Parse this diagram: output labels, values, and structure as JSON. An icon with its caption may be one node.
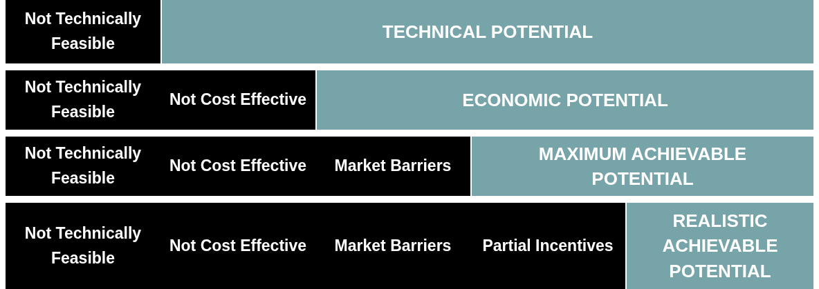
{
  "diagram": {
    "nodes": [
      {
        "text": [
          "Not Technically Feasible"
        ]
      },
      {
        "text": [
          "TECHNICAL POTENTIAL"
        ]
      },
      {
        "text": [
          "Not Technically Feasible"
        ]
      },
      {
        "text": [
          "Not Cost Effective"
        ]
      },
      {
        "text": [
          "ECONOMIC POTENTIAL"
        ]
      },
      {
        "text": [
          "Not Technically Feasible"
        ]
      },
      {
        "text": [
          "Not Cost Effective"
        ]
      },
      {
        "text": [
          "Market Barriers"
        ]
      },
      {
        "text": [
          "MAXIMUM ACHIEVABLE POTENTIAL"
        ]
      },
      {
        "text": [
          "Not Technically Feasible"
        ]
      },
      {
        "text": [
          "Not Cost Effective"
        ]
      },
      {
        "text": [
          "Market Barriers"
        ]
      },
      {
        "text": [
          "Partial Incentives"
        ]
      },
      {
        "text": [
          "REALISTIC ACHIEVABLE POTENTIAL"
        ]
      }
    ]
  }
}
